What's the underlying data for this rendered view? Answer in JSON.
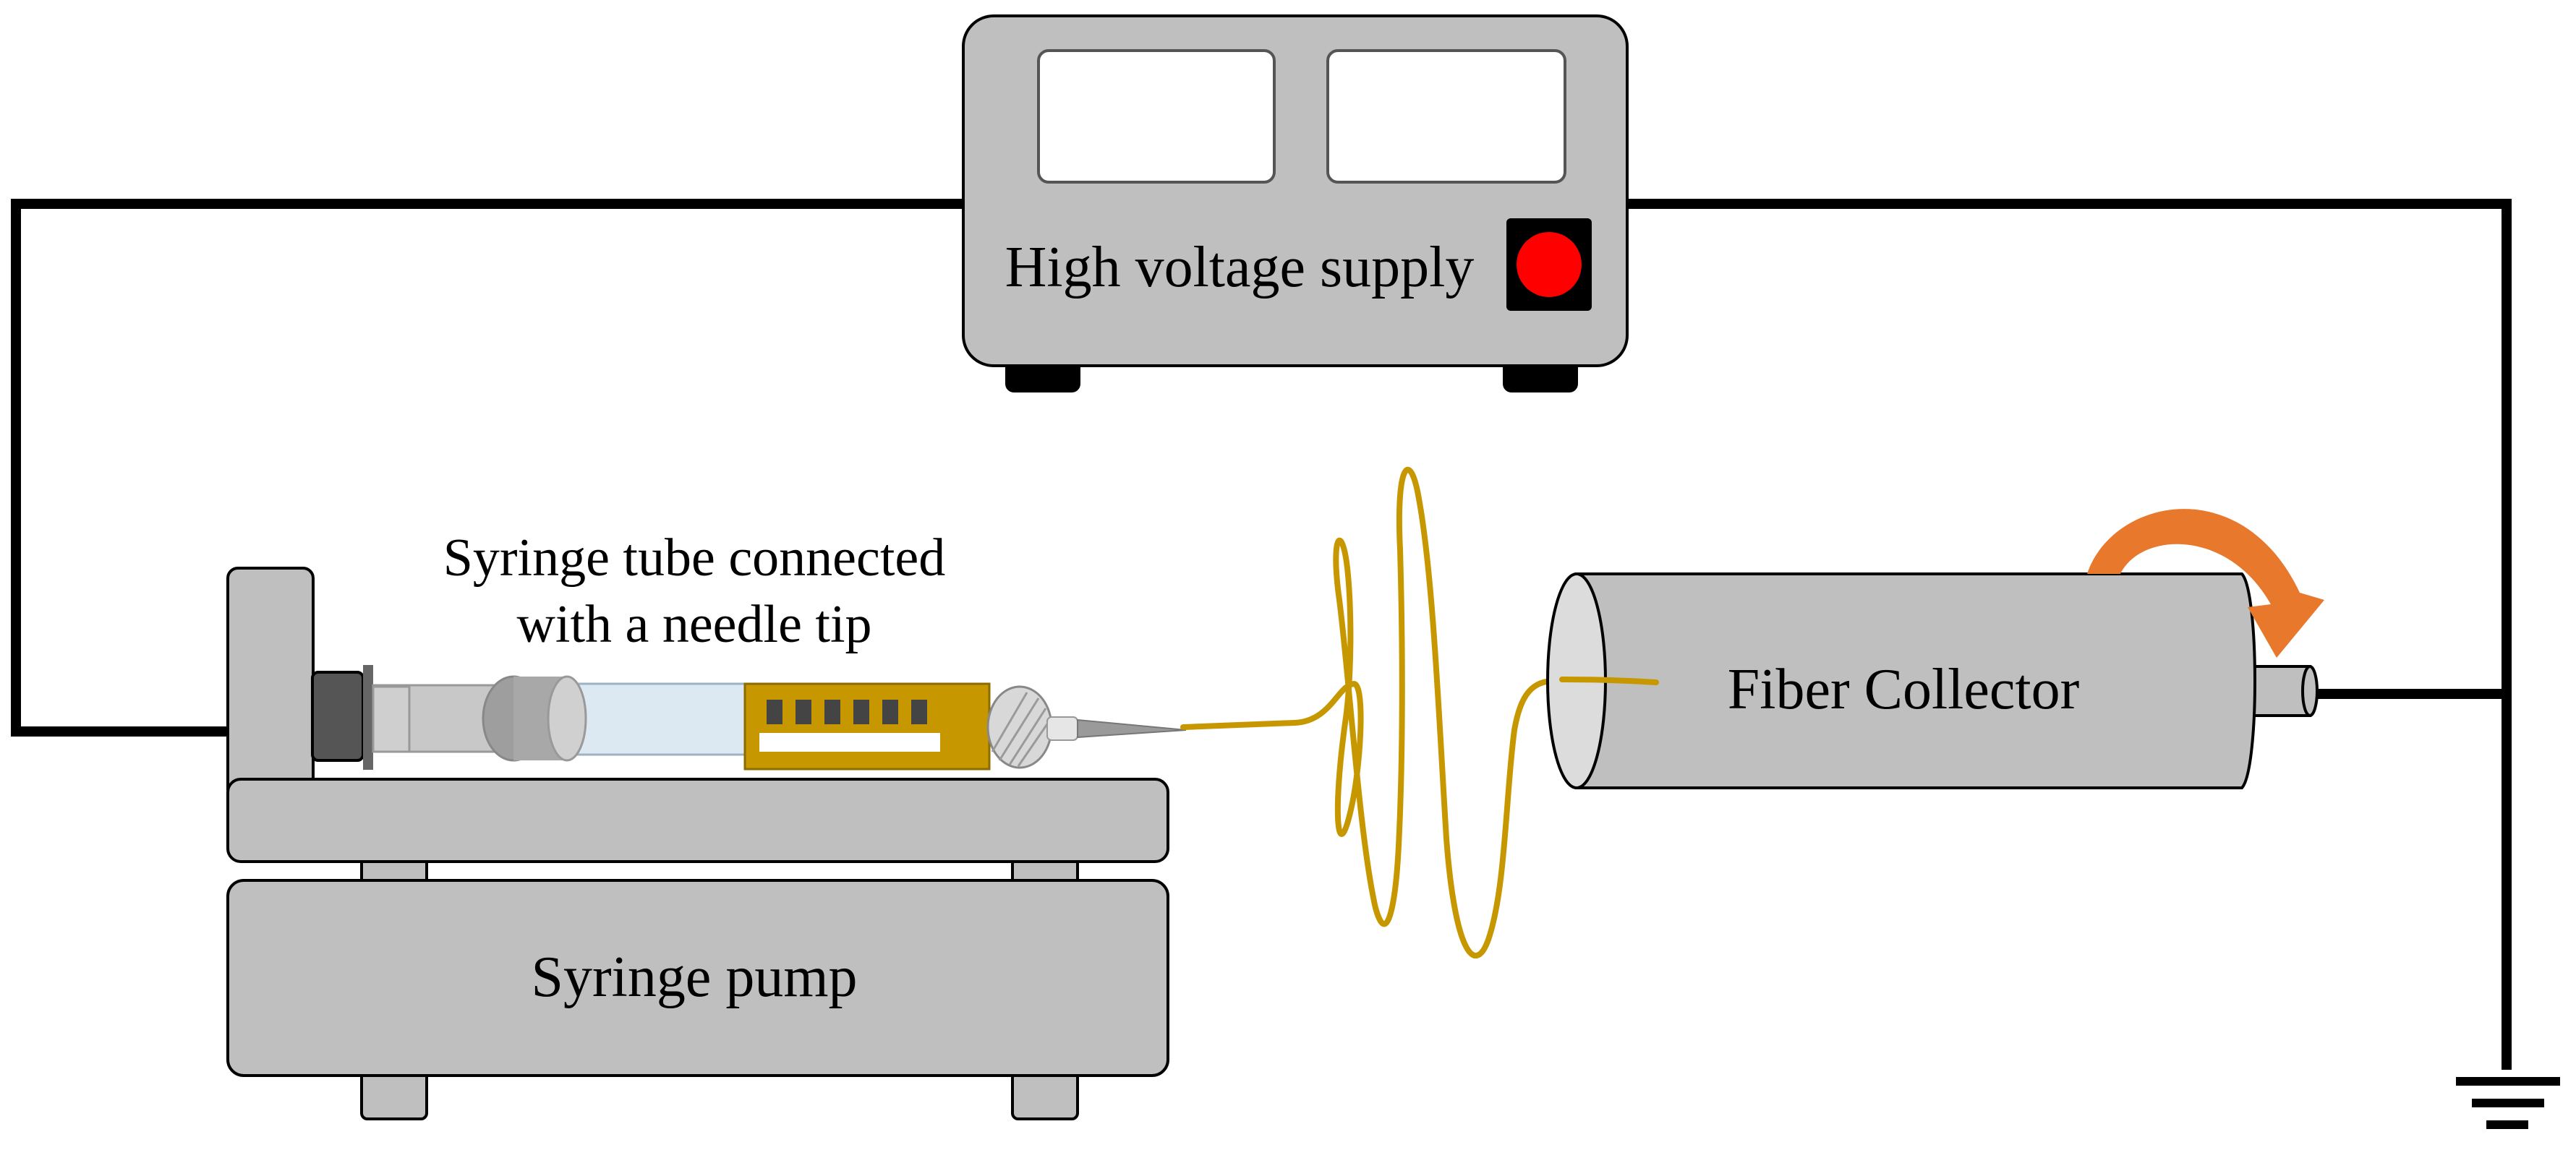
{
  "labels": {
    "high_voltage_supply": "High voltage supply",
    "syringe_line1": "Syringe tube connected",
    "syringe_line2": "with a needle tip",
    "fiber_collector": "Fiber Collector",
    "syringe_pump": "Syringe pump"
  },
  "colors": {
    "device_gray": "#bfbfbf",
    "outline": "#000000",
    "power_button": "#ff0000",
    "polymer_jet": "#c79700",
    "rotation_arrow": "#e8782c"
  }
}
